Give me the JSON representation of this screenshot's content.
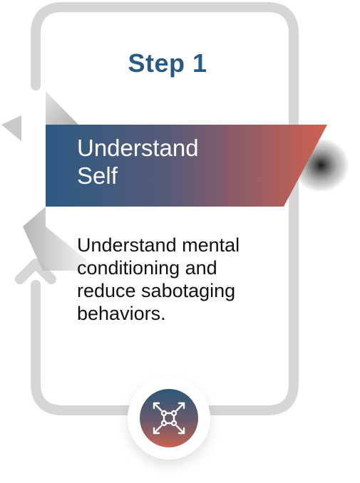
{
  "step": {
    "title": "Step 1"
  },
  "banner": {
    "line1": "Understand",
    "line2": "Self"
  },
  "description": {
    "line1": "Understand mental",
    "line2": "conditioning and",
    "line3": "reduce sabotaging",
    "line4": "behaviors."
  },
  "colors": {
    "frame": "#d6d6d6",
    "title": "#2b5a80",
    "gradient_start": "#2b5a82",
    "gradient_end": "#d0604f"
  },
  "badge": {
    "icon": "expand-arrows-network-icon"
  }
}
